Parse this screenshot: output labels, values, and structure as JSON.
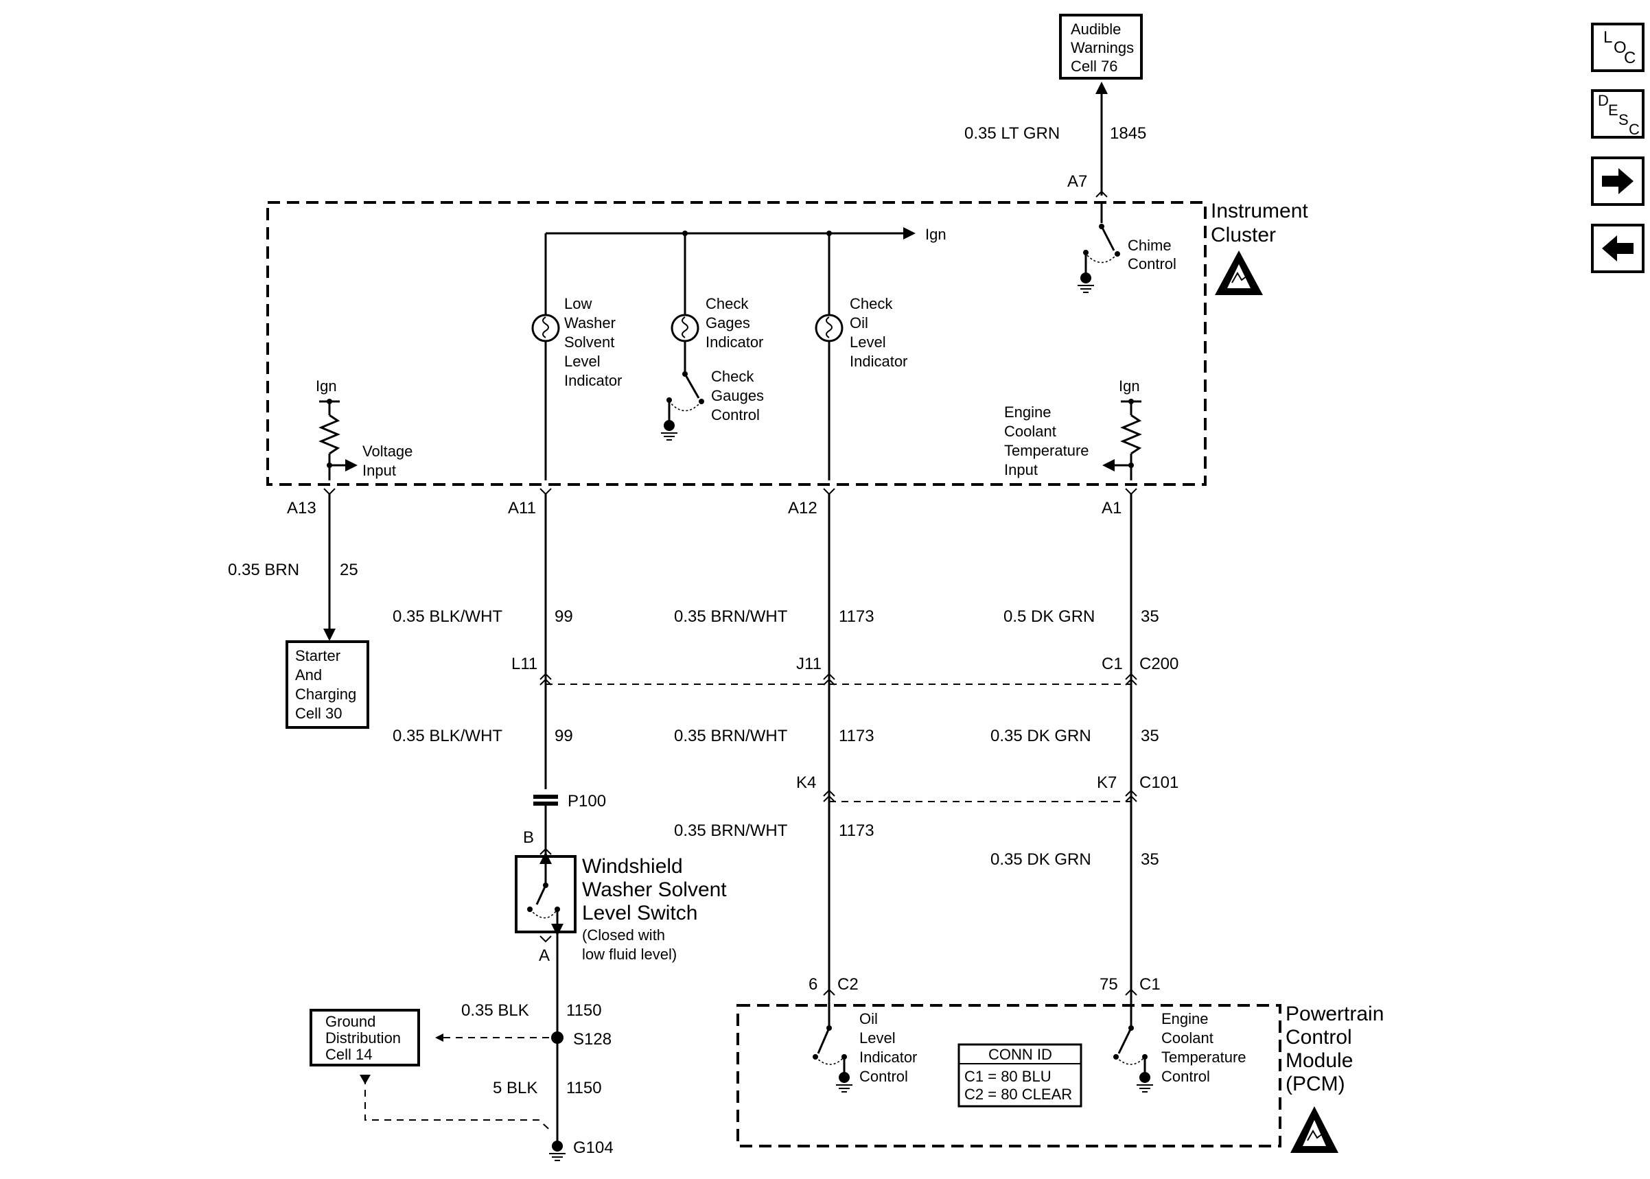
{
  "references": {
    "audible": [
      "Audible",
      "Warnings",
      "Cell 76"
    ],
    "starter": [
      "Starter",
      "And",
      "Charging",
      "Cell 30"
    ],
    "ground": [
      "Ground",
      "Distribution",
      "Cell 14"
    ]
  },
  "components": {
    "instrument_cluster": [
      "Instrument",
      "Cluster"
    ],
    "pcm": [
      "Powertrain",
      "Control",
      "Module",
      "(PCM)"
    ],
    "washer_switch": [
      "Windshield",
      "Washer Solvent",
      "Level Switch"
    ],
    "washer_note": [
      "(Closed with",
      "low fluid level)"
    ]
  },
  "internal_labels": {
    "ign_top": "Ign",
    "ign_left": "Ign",
    "ign_right": "Ign",
    "chime": [
      "Chime",
      "Control"
    ],
    "low_washer": [
      "Low",
      "Washer",
      "Solvent",
      "Level",
      "Indicator"
    ],
    "check_gages": [
      "Check",
      "Gages",
      "Indicator"
    ],
    "check_gauges_control": [
      "Check",
      "Gauges",
      "Control"
    ],
    "check_oil": [
      "Check",
      "Oil",
      "Level",
      "Indicator"
    ],
    "voltage_input": [
      "Voltage",
      "Input"
    ],
    "ect_input": [
      "Engine",
      "Coolant",
      "Temperature",
      "Input"
    ],
    "oil_control": [
      "Oil",
      "Level",
      "Indicator",
      "Control"
    ],
    "ect_control": [
      "Engine",
      "Coolant",
      "Temperature",
      "Control"
    ]
  },
  "wires": {
    "w1845": {
      "gauge_color": "0.35 LT GRN",
      "circuit": "1845"
    },
    "w25": {
      "gauge_color": "0.35 BRN",
      "circuit": "25"
    },
    "w99a": {
      "gauge_color": "0.35 BLK/WHT",
      "circuit": "99"
    },
    "w99b": {
      "gauge_color": "0.35 BLK/WHT",
      "circuit": "99"
    },
    "w1173a": {
      "gauge_color": "0.35 BRN/WHT",
      "circuit": "1173"
    },
    "w1173b": {
      "gauge_color": "0.35 BRN/WHT",
      "circuit": "1173"
    },
    "w1173c": {
      "gauge_color": "0.35 BRN/WHT",
      "circuit": "1173"
    },
    "w35a": {
      "gauge_color": "0.5 DK GRN",
      "circuit": "35"
    },
    "w35b": {
      "gauge_color": "0.35 DK GRN",
      "circuit": "35"
    },
    "w35c": {
      "gauge_color": "0.35 DK GRN",
      "circuit": "35"
    },
    "w1150a": {
      "gauge_color": "0.35 BLK",
      "circuit": "1150"
    },
    "w1150b": {
      "gauge_color": "5 BLK",
      "circuit": "1150"
    }
  },
  "pins": {
    "a7": "A7",
    "a13": "A13",
    "a11": "A11",
    "a12": "A12",
    "a1": "A1",
    "l11": "L11",
    "j11": "J11",
    "c1_c200": "C1",
    "c200": "C200",
    "k4": "K4",
    "k7": "K7",
    "c101": "C101",
    "p100": "P100",
    "b": "B",
    "a": "A",
    "pin6": "6",
    "c2": "C2",
    "pin75": "75",
    "c1": "C1",
    "s128": "S128",
    "g104": "G104"
  },
  "conn_id": {
    "title": "CONN ID",
    "c1": "C1 = 80 BLU",
    "c2": "C2 = 80 CLEAR"
  },
  "nav": {
    "loc": {
      "letters": [
        "L",
        "O",
        "C"
      ]
    },
    "desc": {
      "letters": [
        "D",
        "E",
        "S",
        "C"
      ]
    },
    "next_icon": "right-arrow",
    "prev_icon": "left-arrow"
  }
}
